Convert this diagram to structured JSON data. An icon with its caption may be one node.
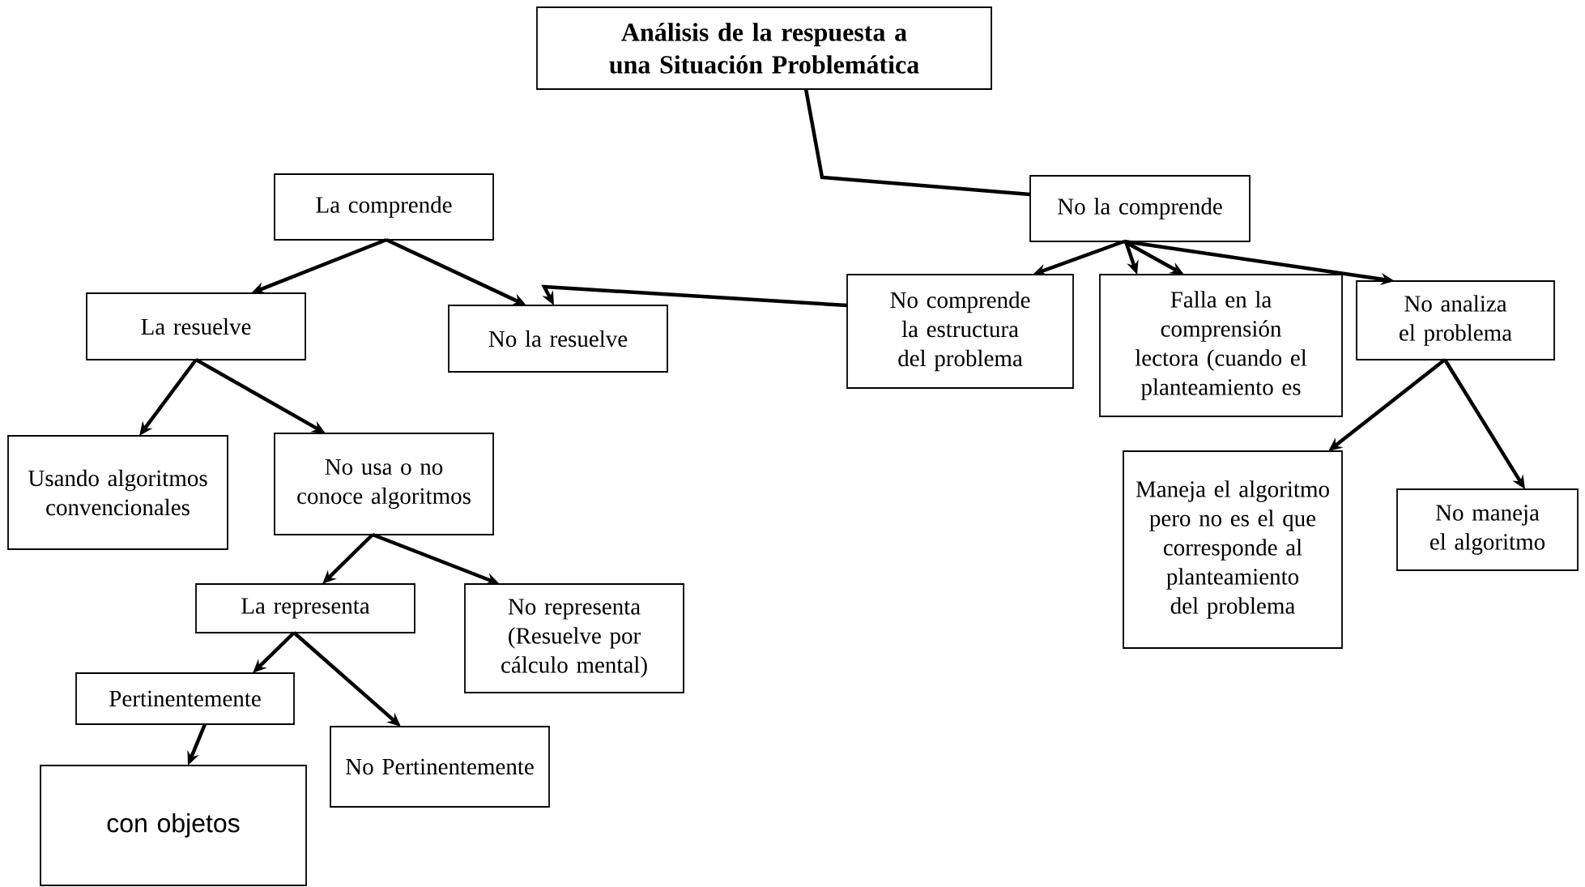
{
  "diagram": {
    "nodes": [
      {
        "text": [
          "Análisis de la respuesta a una Situación Problemática"
        ]
      },
      {
        "text": [
          "La comprende"
        ]
      },
      {
        "text": [
          "No la comprende"
        ]
      },
      {
        "text": [
          "La resuelve"
        ]
      },
      {
        "text": [
          "No la resuelve"
        ]
      },
      {
        "text": [
          "No comprende la estructura del problema"
        ]
      },
      {
        "text": [
          "Falla en la comprensión lectora (cuando el planteamiento es"
        ]
      },
      {
        "text": [
          "No analiza el problema"
        ]
      },
      {
        "text": [
          "Usando algoritmos convencionales"
        ]
      },
      {
        "text": [
          "No usa o no conoce algoritmos"
        ]
      },
      {
        "text": [
          "Maneja el algoritmo pero no es el que corresponde al planteamiento del problema"
        ]
      },
      {
        "text": [
          "No maneja el algoritmo"
        ]
      },
      {
        "text": [
          "La representa"
        ]
      },
      {
        "text": [
          "No representa (Resuelve por cálculo mental)"
        ]
      },
      {
        "text": [
          "Pertinentemente"
        ]
      },
      {
        "text": [
          "No Pertinentemente"
        ]
      },
      {
        "text": [
          "con objetos"
        ]
      }
    ],
    "edges": [
      {
        "from": 0,
        "to": 2,
        "arrow": "none"
      },
      {
        "from": 1,
        "to": 3,
        "arrow": "to"
      },
      {
        "from": 1,
        "to": 4,
        "arrow": "to"
      },
      {
        "from": 5,
        "to": 4,
        "arrow": "to"
      },
      {
        "from": 2,
        "to": 5,
        "arrow": "to"
      },
      {
        "from": 2,
        "to": 6,
        "arrow": "to"
      },
      {
        "from": 2,
        "to": 7,
        "arrow": "to"
      },
      {
        "from": 2,
        "to": 6,
        "arrow": "to"
      },
      {
        "from": 3,
        "to": 8,
        "arrow": "to"
      },
      {
        "from": 3,
        "to": 9,
        "arrow": "to"
      },
      {
        "from": 9,
        "to": 12,
        "arrow": "to"
      },
      {
        "from": 9,
        "to": 13,
        "arrow": "to"
      },
      {
        "from": 12,
        "to": 14,
        "arrow": "to"
      },
      {
        "from": 12,
        "to": 15,
        "arrow": "to"
      },
      {
        "from": 14,
        "to": 16,
        "arrow": "to"
      },
      {
        "from": 7,
        "to": 10,
        "arrow": "to"
      },
      {
        "from": 7,
        "to": 11,
        "arrow": "to"
      }
    ]
  }
}
